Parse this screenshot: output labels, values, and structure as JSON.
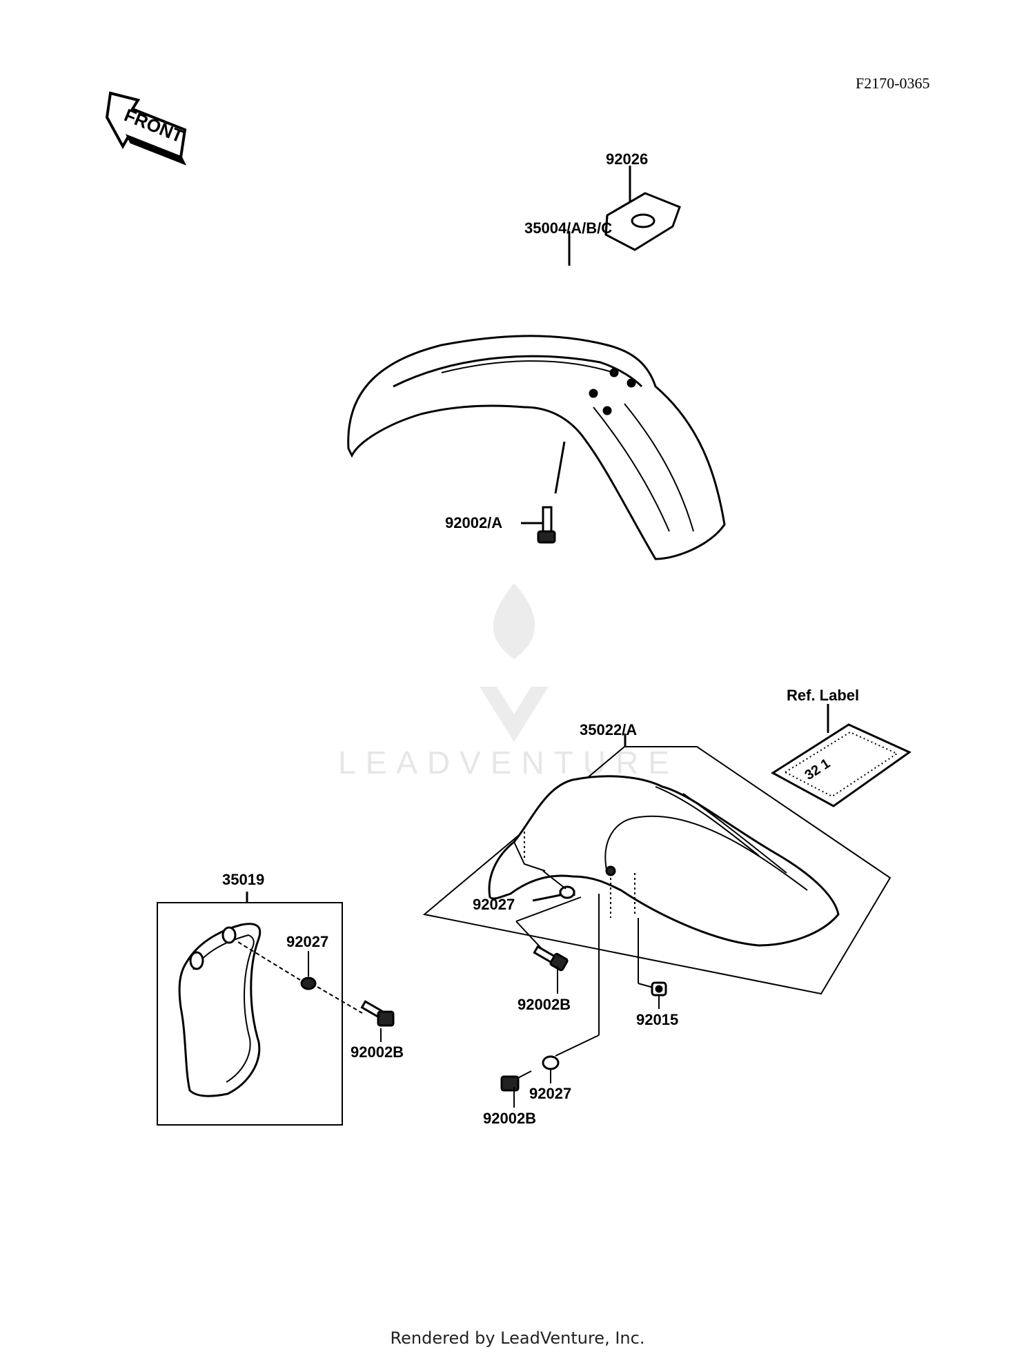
{
  "drawing_id": "F2170-0365",
  "front_arrow_label": "FRONT",
  "watermark_text": "LEADVENTURE",
  "footer": "Rendered by LeadVenture, Inc.",
  "ref_label_digits": "32  1",
  "parts": {
    "p92026": "92026",
    "p35004": "35004/A/B/C",
    "p92002A": "92002/A",
    "refLabel": "Ref. Label",
    "p35022": "35022/A",
    "p35019": "35019",
    "p92027_left": "92027",
    "p92002B_left": "92002B",
    "p92027_mid": "92027",
    "p92002B_mid": "92002B",
    "p92015": "92015",
    "p92027_low": "92027",
    "p92002B_low": "92002B"
  }
}
